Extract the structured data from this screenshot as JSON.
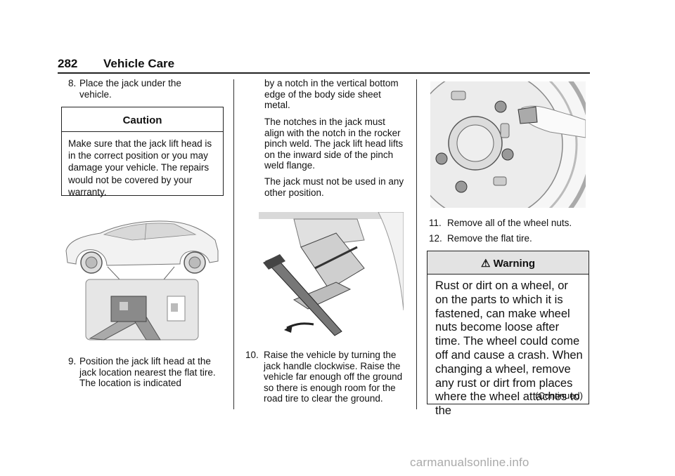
{
  "header": {
    "page_number": "282",
    "section_title": "Vehicle Care"
  },
  "col1": {
    "step8_num": "8.",
    "step8_text": "Place the jack under the vehicle.",
    "caution_title": "Caution",
    "caution_text": "Make sure that the jack lift head is in the correct position or you may damage your vehicle. The repairs would not be covered by your warranty.",
    "step9_num": "9.",
    "step9_text": "Position the jack lift head at the jack location nearest the flat tire. The location is indicated"
  },
  "col2": {
    "cont_text1": "by a notch in the vertical bottom edge of the body side sheet metal.",
    "cont_text2": "The notches in the jack must align with the notch in the rocker pinch weld. The jack lift head lifts on the inward side of the pinch weld flange.",
    "cont_text3": "The jack must not be used in any other position.",
    "step10_num": "10.",
    "step10_text": "Raise the vehicle by turning the jack handle clockwise. Raise the vehicle far enough off the ground so there is enough room for the road tire to clear the ground."
  },
  "col3": {
    "step11_num": "11.",
    "step11_text": "Remove all of the wheel nuts.",
    "step12_num": "12.",
    "step12_text": "Remove the flat tire.",
    "warning_symbol": "⚠",
    "warning_title": "Warning",
    "warning_text": "Rust or dirt on a wheel, or on the parts to which it is fastened, can make wheel nuts become loose after time. The wheel could come off and cause a crash. When changing a wheel, remove any rust or dirt from places where the wheel attaches to the",
    "continued": "(Continued)"
  },
  "watermark": "carmanualsonline.info"
}
